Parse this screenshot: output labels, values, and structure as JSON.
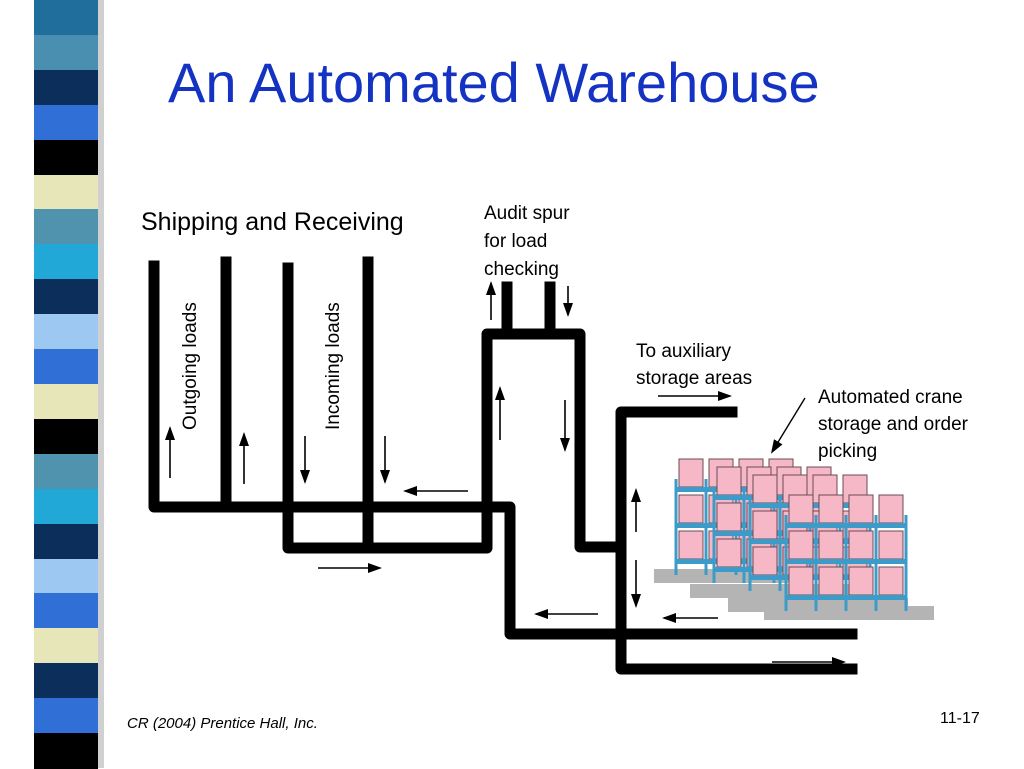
{
  "slide": {
    "title": "An Automated Warehouse",
    "footer_left": "CR (2004) Prentice Hall, Inc.",
    "page_number": "11-17"
  },
  "labels": {
    "shipping_receiving": "Shipping and Receiving",
    "audit_spur_1": "Audit spur",
    "audit_spur_2": "for load",
    "audit_spur_3": "checking",
    "outgoing": "Outgoing loads",
    "incoming": "Incoming loads",
    "aux_1": "To auxiliary",
    "aux_2": "storage areas",
    "crane_1": "Automated crane",
    "crane_2": "storage and order",
    "crane_3": "picking"
  },
  "colors": {
    "title": "#1533c2",
    "track": "#000000",
    "box_fill": "#f6b8c6",
    "rack": "#3c9bc8",
    "floor": "#b4b4b4"
  },
  "strip_colors": [
    "#1f6e9b",
    "#4a8fb0",
    "#0b2f5a",
    "#2f6fd6",
    "#000000",
    "#e6e6b8",
    "#4f93ae",
    "#21a8d6",
    "#0b2f5a",
    "#9dc8f2",
    "#2f6fd6",
    "#e6e6b8",
    "#000000",
    "#4f93ae",
    "#21a8d6",
    "#0b2f5a",
    "#9dc8f2",
    "#2f6fd6",
    "#e6e6b8",
    "#0b2f5a",
    "#2f6fd6",
    "#000000"
  ]
}
